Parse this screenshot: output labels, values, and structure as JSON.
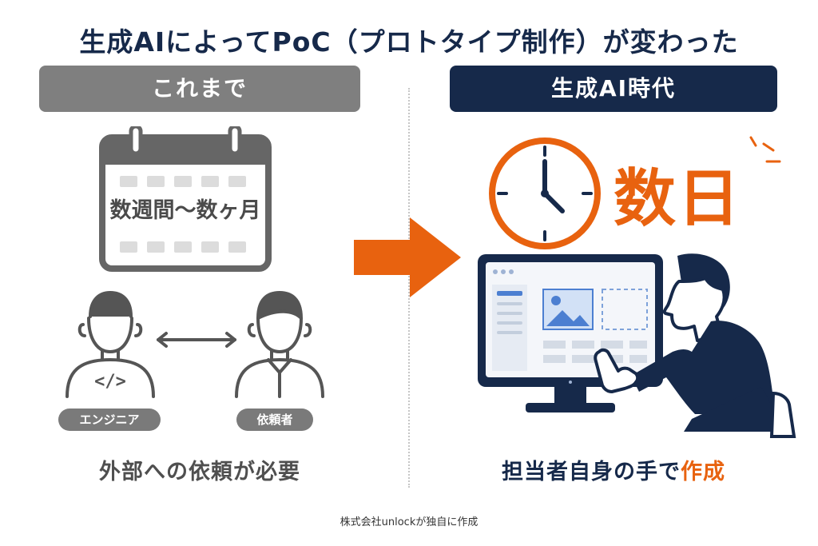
{
  "title": "生成AIによってPoC（プロトタイプ制作）が変わった",
  "left": {
    "header": "これまで",
    "duration": "数週間〜数ヶ月",
    "people": {
      "engineer_label": "エンジニア",
      "requester_label": "依頼者",
      "code_glyph": "</>"
    },
    "caption": "外部への依頼が必要"
  },
  "right": {
    "header": "生成AI時代",
    "duration": "数日",
    "caption_main": "担当者自身の手で",
    "caption_highlight": "作成"
  },
  "footer": "株式会社unlockが独自に作成",
  "colors": {
    "navy": "#16294a",
    "orange": "#e8620f",
    "gray_header": "#7f7f7f",
    "gray_dark": "#555555",
    "gray_light": "#d9d9d9"
  },
  "icons": [
    "calendar-icon",
    "engineer-avatar-icon",
    "requester-avatar-icon",
    "double-arrow-icon",
    "transition-arrow-icon",
    "clock-icon",
    "monitor-icon",
    "user-at-computer-icon",
    "image-placeholder-icon"
  ]
}
